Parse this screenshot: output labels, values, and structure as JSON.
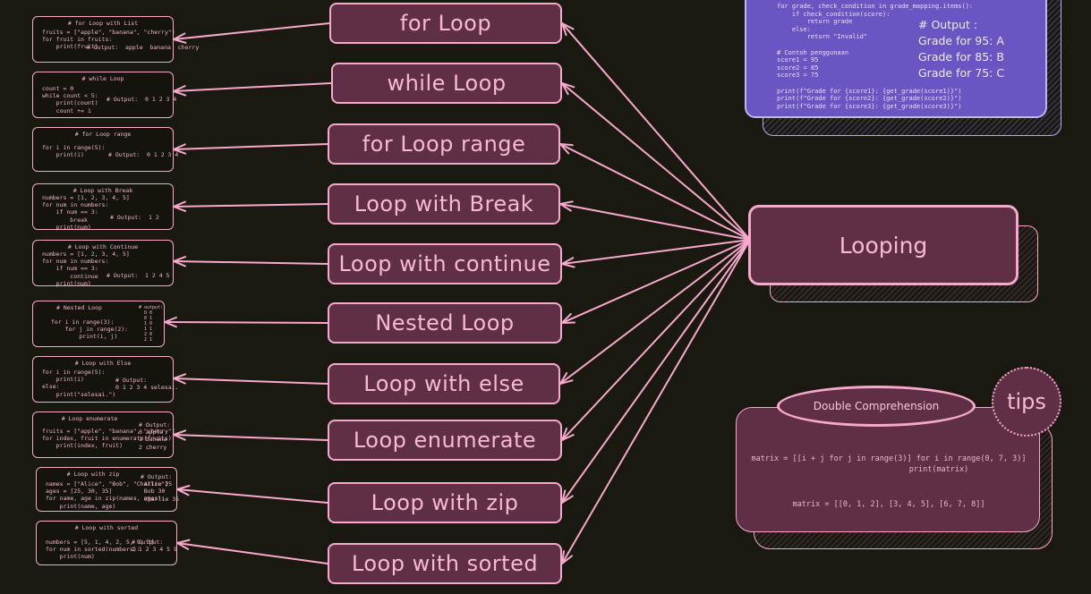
{
  "central_node": "Looping",
  "loops": [
    {
      "label": "for Loop",
      "card": {
        "title": "# for Loop with List",
        "code": "fruits = [\"apple\", \"banana\", \"cherry\"]\nfor fruit in fruits:\n    print(fruit)",
        "output": "# Output:  apple  banana  cherry"
      }
    },
    {
      "label": "while Loop",
      "card": {
        "title": "# while Loop",
        "code": "count = 0\nwhile count < 5:\n    print(count)\n    count += 1",
        "output": "# Output:  0 1 2 3 4"
      }
    },
    {
      "label": "for Loop range",
      "card": {
        "title": "# for Loop range",
        "code": "for i in range(5):\n    print(i)",
        "output": "# Output:  0 1 2 3 4"
      }
    },
    {
      "label": "Loop with Break",
      "card": {
        "title": "# Loop with Break",
        "code": "numbers = [1, 2, 3, 4, 5]\nfor num in numbers:\n    if num == 3:\n        break\n    print(num)",
        "output": "# Output:  1 2"
      }
    },
    {
      "label": "Loop with continue",
      "card": {
        "title": "# Loop with Continue",
        "code": "numbers = [1, 2, 3, 4, 5]\nfor num in numbers:\n    if num == 3:\n        continue\n    print(num)",
        "output": "# Output:  1 2 4 5"
      }
    },
    {
      "label": "Nested Loop",
      "card": {
        "title": "# Nested Loop",
        "code": "for i in range(3):\n    for j in range(2):\n        print(i, j)",
        "output": "# output:\n  0 0\n  0 1\n  1 0\n  1 1\n  2 0\n  2 1"
      }
    },
    {
      "label": "Loop with else",
      "card": {
        "title": "# Loop with Else",
        "code": "for i in range(5):\n    print(i)\nelse:\n    print(\"selesai.\")",
        "output": "# Output:\n0 1 2 3 4 selesai."
      }
    },
    {
      "label": "Loop enumerate",
      "card": {
        "title": "# Loop enumerate",
        "code": "fruits = [\"apple\", \"banana\", \"cherry\"]\nfor index, fruit in enumerate(fruits):\n    print(index, fruit)",
        "output": "# Output:\n0 apple\n1 banana\n2 cherry"
      }
    },
    {
      "label": "Loop with zip",
      "card": {
        "title": "# Loop with zip",
        "code": "names = [\"Alice\", \"Bob\", \"Charlie\"]\nages = [25, 30, 35]\nfor name, age in zip(names, ages):\n    print(name, age)",
        "output": "# Output:\n Alice 25\n Bob 30\n Charlie 35"
      }
    },
    {
      "label": "Loop with sorted",
      "card": {
        "title": "# Loop with sorted",
        "code": "numbers = [5, 1, 4, 2, 5, 9, 3]\nfor num in sorted(numbers):\n    print(num)",
        "output": "# Output:\n1 1 2 3 4 5 9"
      }
    }
  ],
  "top_card": {
    "code": "for grade, check_condition in grade_mapping.items():\n    if check_condition(score):\n        return grade\n    else:\n        return \"Invalid\"\n\n# Contoh penggunaan\nscore1 = 95\nscore2 = 85\nscore3 = 75\n\nprint(f\"Grade for {score1}: {get_grade(score1)}\")\nprint(f\"Grade for {score2}: {get_grade(score2)}\")\nprint(f\"Grade for {score3}: {get_grade(score3)}\")",
    "output": "# Output :\nGrade for 95: A\nGrade for 85: B\nGrade for 75: C"
  },
  "tips": {
    "badge": "tips",
    "title": "Double Comprehension",
    "line1": "matrix = [[i + j for j in range(3)] for i in range(0, 7, 3)]",
    "line2": "print(matrix)",
    "line3": "matrix = [[0, 1, 2], [3, 4, 5], [6, 7, 8]]"
  },
  "colors": {
    "accent": "#f7a8cc",
    "node_fill": "#5e2f45",
    "background": "#1a1910",
    "top_card": "#6a55c2"
  }
}
